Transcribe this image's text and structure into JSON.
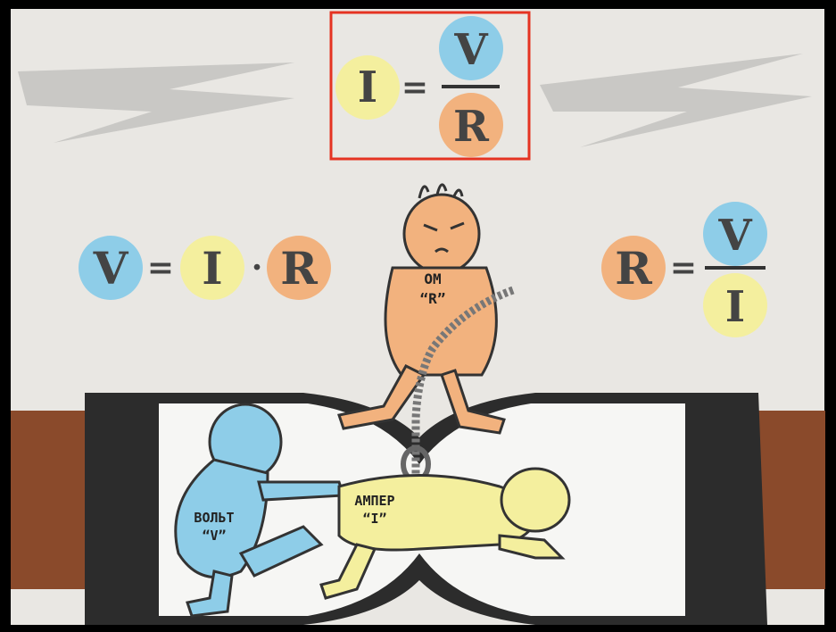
{
  "formulas": {
    "top": {
      "lhs": "I",
      "eq": "=",
      "num": "V",
      "den": "R"
    },
    "left": {
      "a": "V",
      "eq": "=",
      "b": "I",
      "dot": "·",
      "c": "R"
    },
    "right": {
      "lhs": "R",
      "eq": "=",
      "num": "V",
      "den": "I"
    }
  },
  "characters": {
    "ohm": {
      "line1": "ОМ",
      "line2": "“R”"
    },
    "volt": {
      "line1": "ВОЛЬТ",
      "line2": "“V”"
    },
    "ampere": {
      "line1": "АМПЕР",
      "line2": "“I”"
    }
  },
  "colors": {
    "volt_blue": "#8ecde8",
    "ampere_yellow": "#f4ef9e",
    "ohm_orange": "#f2b27e",
    "highlight_red": "#e53322",
    "background": "#e9e7e3",
    "pipe_dark": "#2c2c2c",
    "copper": "#8a4a2b"
  }
}
